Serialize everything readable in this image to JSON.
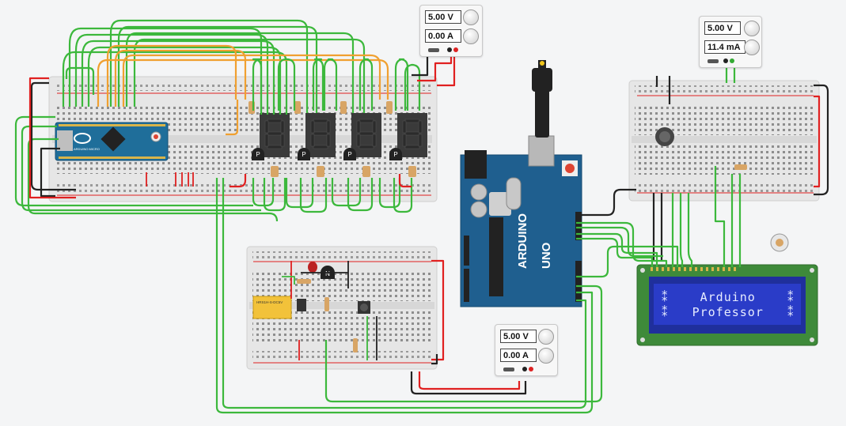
{
  "power_supplies": [
    {
      "id": "psu-top-center",
      "voltage": "5.00 V",
      "current": "0.00 A"
    },
    {
      "id": "psu-top-right",
      "voltage": "5.00 V",
      "current": "11.4 mA"
    },
    {
      "id": "psu-bottom-center",
      "voltage": "5.00 V",
      "current": "0.00 A"
    }
  ],
  "lcd": {
    "line1": "⁑    Arduino    ⁑",
    "line2": "⁑   Professor   ⁑"
  },
  "arduino_uno": {
    "brand": "ARDUINO",
    "model": "UNO"
  },
  "arduino_micro": {
    "label": "ARDUINO MICRO"
  },
  "transistor_labels": {
    "pnp": "P",
    "npn": "N"
  },
  "relay_label": "HRS1H-S-DC5V",
  "colors": {
    "wire_green": "#3cb83c",
    "wire_orange": "#f0a030",
    "wire_red": "#e02020",
    "wire_black": "#222222",
    "arduino_blue": "#1f5f8f",
    "lcd_bg": "#2a3cc8",
    "lcd_pcb": "#3e8a3a"
  }
}
